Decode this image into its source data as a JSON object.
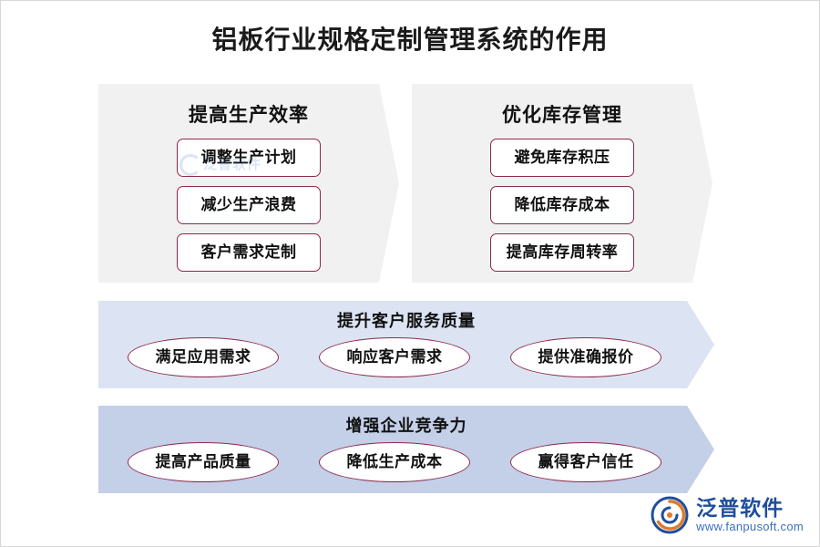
{
  "title": "铝板行业规格定制管理系统的作用",
  "panels": [
    {
      "heading": "提高生产效率",
      "items": [
        "调整生产计划",
        "减少生产浪费",
        "客户需求定制"
      ]
    },
    {
      "heading": "优化库存管理",
      "items": [
        "避免库存积压",
        "降低库存成本",
        "提高库存周转率"
      ]
    }
  ],
  "bands": [
    {
      "heading": "提升客户服务质量",
      "items": [
        "满足应用需求",
        "响应客户需求",
        "提供准确报价"
      ],
      "color": "#dce3f2"
    },
    {
      "heading": "增强企业竞争力",
      "items": [
        "提高产品质量",
        "降低生产成本",
        "赢得客户信任"
      ],
      "color": "#c4cfe8"
    }
  ],
  "watermark": {
    "text": "泛普软件",
    "icon": "swirl-icon"
  },
  "brand": {
    "name": "泛普软件",
    "url": "www.fanpusoft.com",
    "icon": "fanpu-logo-icon",
    "color": "#1f4e9c"
  }
}
